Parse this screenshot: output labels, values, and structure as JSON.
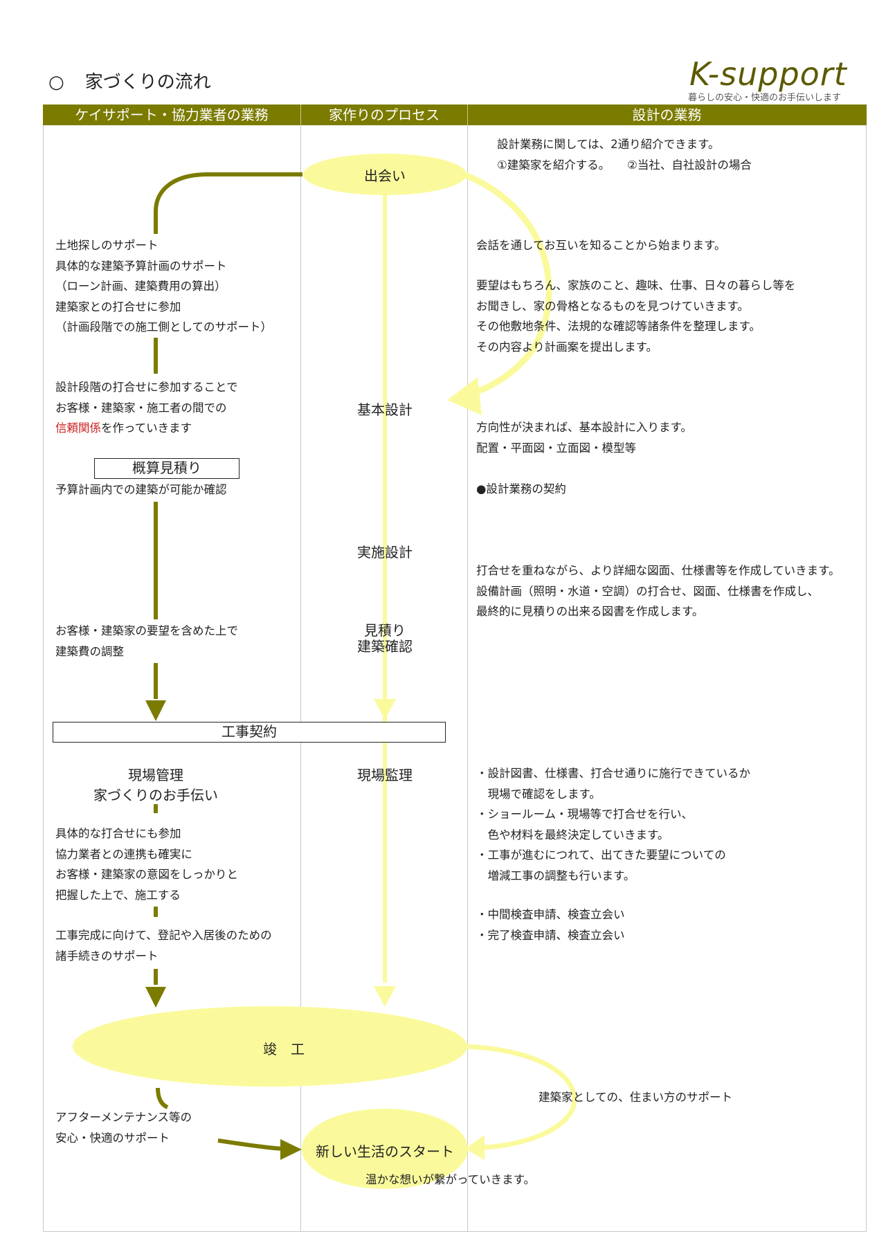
{
  "page": {
    "title_marker": "○",
    "title": "家づくりの流れ",
    "logo": "K-support",
    "tagline": "暮らしの安心・快適のお手伝いします"
  },
  "columns": {
    "left": "ケイサポート・協力業者の業務",
    "center": "家作りのプロセス",
    "right": "設計の業務"
  },
  "steps": {
    "meet": "出会い",
    "basic_design": "基本設計",
    "detail_design": "実施設計",
    "estimate_line1": "見積り",
    "estimate_line2": "建築確認",
    "contract": "工事契約",
    "supervision": "現場監理",
    "completion": "竣　工",
    "new_life": "新しい生活のスタート"
  },
  "left": {
    "support_block": [
      "土地探しのサポート",
      "具体的な建築予算計画のサポート",
      "（ローン計画、建築費用の算出）",
      "建築家との打合せに参加",
      "（計画段階での施工側としてのサポート）"
    ],
    "trust_block": [
      "設計段階の打合せに参加することで",
      "お客様・建築家・施工者の間での"
    ],
    "trust_red": "信頼関係",
    "trust_tail": "を作っていきます",
    "rough_estimate_box": "概算見積り",
    "rough_estimate_note": "予算計画内での建築が可能か確認",
    "adjust_block": [
      "お客様・建築家の要望を含めた上で",
      "建築費の調整"
    ],
    "site_mgmt": "現場管理",
    "site_help": "家づくりのお手伝い",
    "meeting_block": [
      "具体的な打合せにも参加",
      "協力業者との連携も確実に",
      "お客様・建築家の意図をしっかりと",
      "把握した上で、施工する"
    ],
    "procedure_block": [
      "工事完成に向けて、登記や入居後のための",
      "諸手続きのサポート"
    ],
    "after_block": [
      "アフターメンテナンス等の",
      "安心・快適のサポート"
    ]
  },
  "right": {
    "intro": [
      "設計業務に関しては、2通り紹介できます。",
      "①建築家を紹介する。　　②当社、自社設計の場合"
    ],
    "talk": "会話を通してお互いを知ることから始まります。",
    "request_block": [
      "要望はもちろん、家族のこと、趣味、仕事、日々の暮らし等を",
      "お聞きし、家の骨格となるものを見つけていきます。",
      "その他敷地条件、法規的な確認等諸条件を整理します。",
      "その内容より計画案を提出します。"
    ],
    "basic_block": [
      "方向性が決まれば、基本設計に入ります。",
      "配置・平面図・立面図・模型等"
    ],
    "contract_note": "●設計業務の契約",
    "detail_block": [
      "打合せを重ねながら、より詳細な図面、仕様書等を作成していきます。",
      "設備計画（照明・水道・空調）の打合せ、図面、仕様書を作成し、",
      "最終的に見積りの出来る図書を作成します。"
    ],
    "supervision_block": [
      "・設計図書、仕様書、打合せ通りに施行できているか",
      "　現場で確認をします。",
      "・ショールーム・現場等で打合せを行い、",
      "　色や材料を最終決定していきます。",
      "・工事が進むにつれて、出てきた要望についての",
      "　増減工事の調整も行います。"
    ],
    "inspection_block": [
      "・中間検査申請、検査立会い",
      "・完了検査申請、検査立会い"
    ],
    "architect_support": "建築家としての、住まい方のサポート",
    "warm_message": "温かな想いが繋がっていきます。"
  },
  "colors": {
    "olive": "#7b7b00",
    "pale_yellow": "#fafa9c",
    "red": "#cc1f1f"
  }
}
